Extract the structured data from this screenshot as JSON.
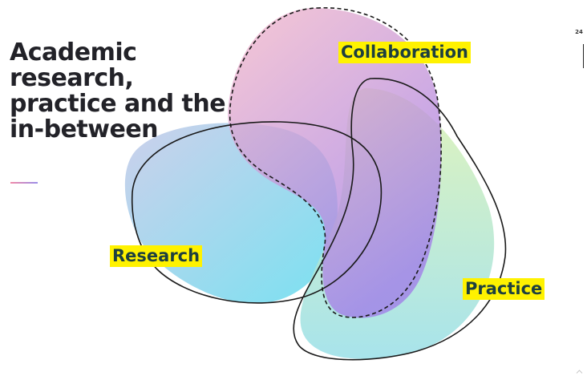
{
  "slide": {
    "title_lines": [
      "Academic",
      "research,",
      "practice and the",
      "in-between"
    ],
    "page_number": "24"
  },
  "diagram": {
    "labels": {
      "collaboration": "Collaboration",
      "research": "Research",
      "practice": "Practice"
    },
    "colors": {
      "highlight": "#fff200",
      "label_text": "#1d3f3f",
      "research_fill": [
        "#b9c6e6",
        "#6fd8ec"
      ],
      "collaboration_fill": [
        "#f2b6c8",
        "#a884e6"
      ],
      "practice_fill": [
        "#d8f0b0",
        "#9ee0e6"
      ]
    }
  },
  "icons": {
    "nav": "chevron-up-icon"
  }
}
